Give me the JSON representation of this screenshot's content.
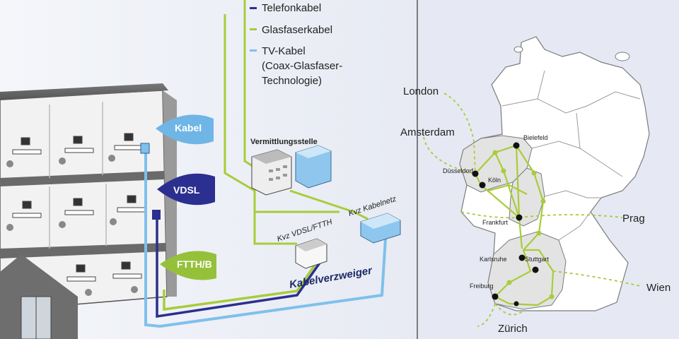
{
  "legend": {
    "items": [
      {
        "label": "Telefonkabel",
        "color": "#2b2f8f"
      },
      {
        "label": "Glasfaserkabel",
        "color": "#a8cc3a"
      },
      {
        "label": "TV-Kabel",
        "color": "#7fc0ec"
      },
      {
        "label": "(Coax-Glasfaser-"
      },
      {
        "label": "Technologie)"
      }
    ]
  },
  "building": {
    "drops": [
      {
        "label": "Kabel",
        "color": "#6fb5e6"
      },
      {
        "label": "VDSL",
        "color": "#2b2f8f"
      },
      {
        "label": "FTTH/B",
        "color": "#95c13a"
      }
    ]
  },
  "network": {
    "exchange_label": "Vermittlungsstelle",
    "kvz_vdsl_label": "Kvz VDSL/FTTH",
    "kvz_kabel_label": "Kvz Kabelnetz",
    "kabelverzweiger_label": "Kabelverzweiger"
  },
  "map": {
    "external_cities": [
      "London",
      "Amsterdam",
      "Prag",
      "Wien",
      "Zürich"
    ],
    "cities": [
      "Bielefeld",
      "Düsseldorf",
      "Köln",
      "Frankfurt",
      "Karlsruhe",
      "Stuttgart",
      "Freiburg"
    ],
    "colors": {
      "route": "#a8cc3a",
      "state_fill": "#ffffff",
      "highlight_fill": "#e3e3e3",
      "border": "#8a8a8a"
    }
  }
}
